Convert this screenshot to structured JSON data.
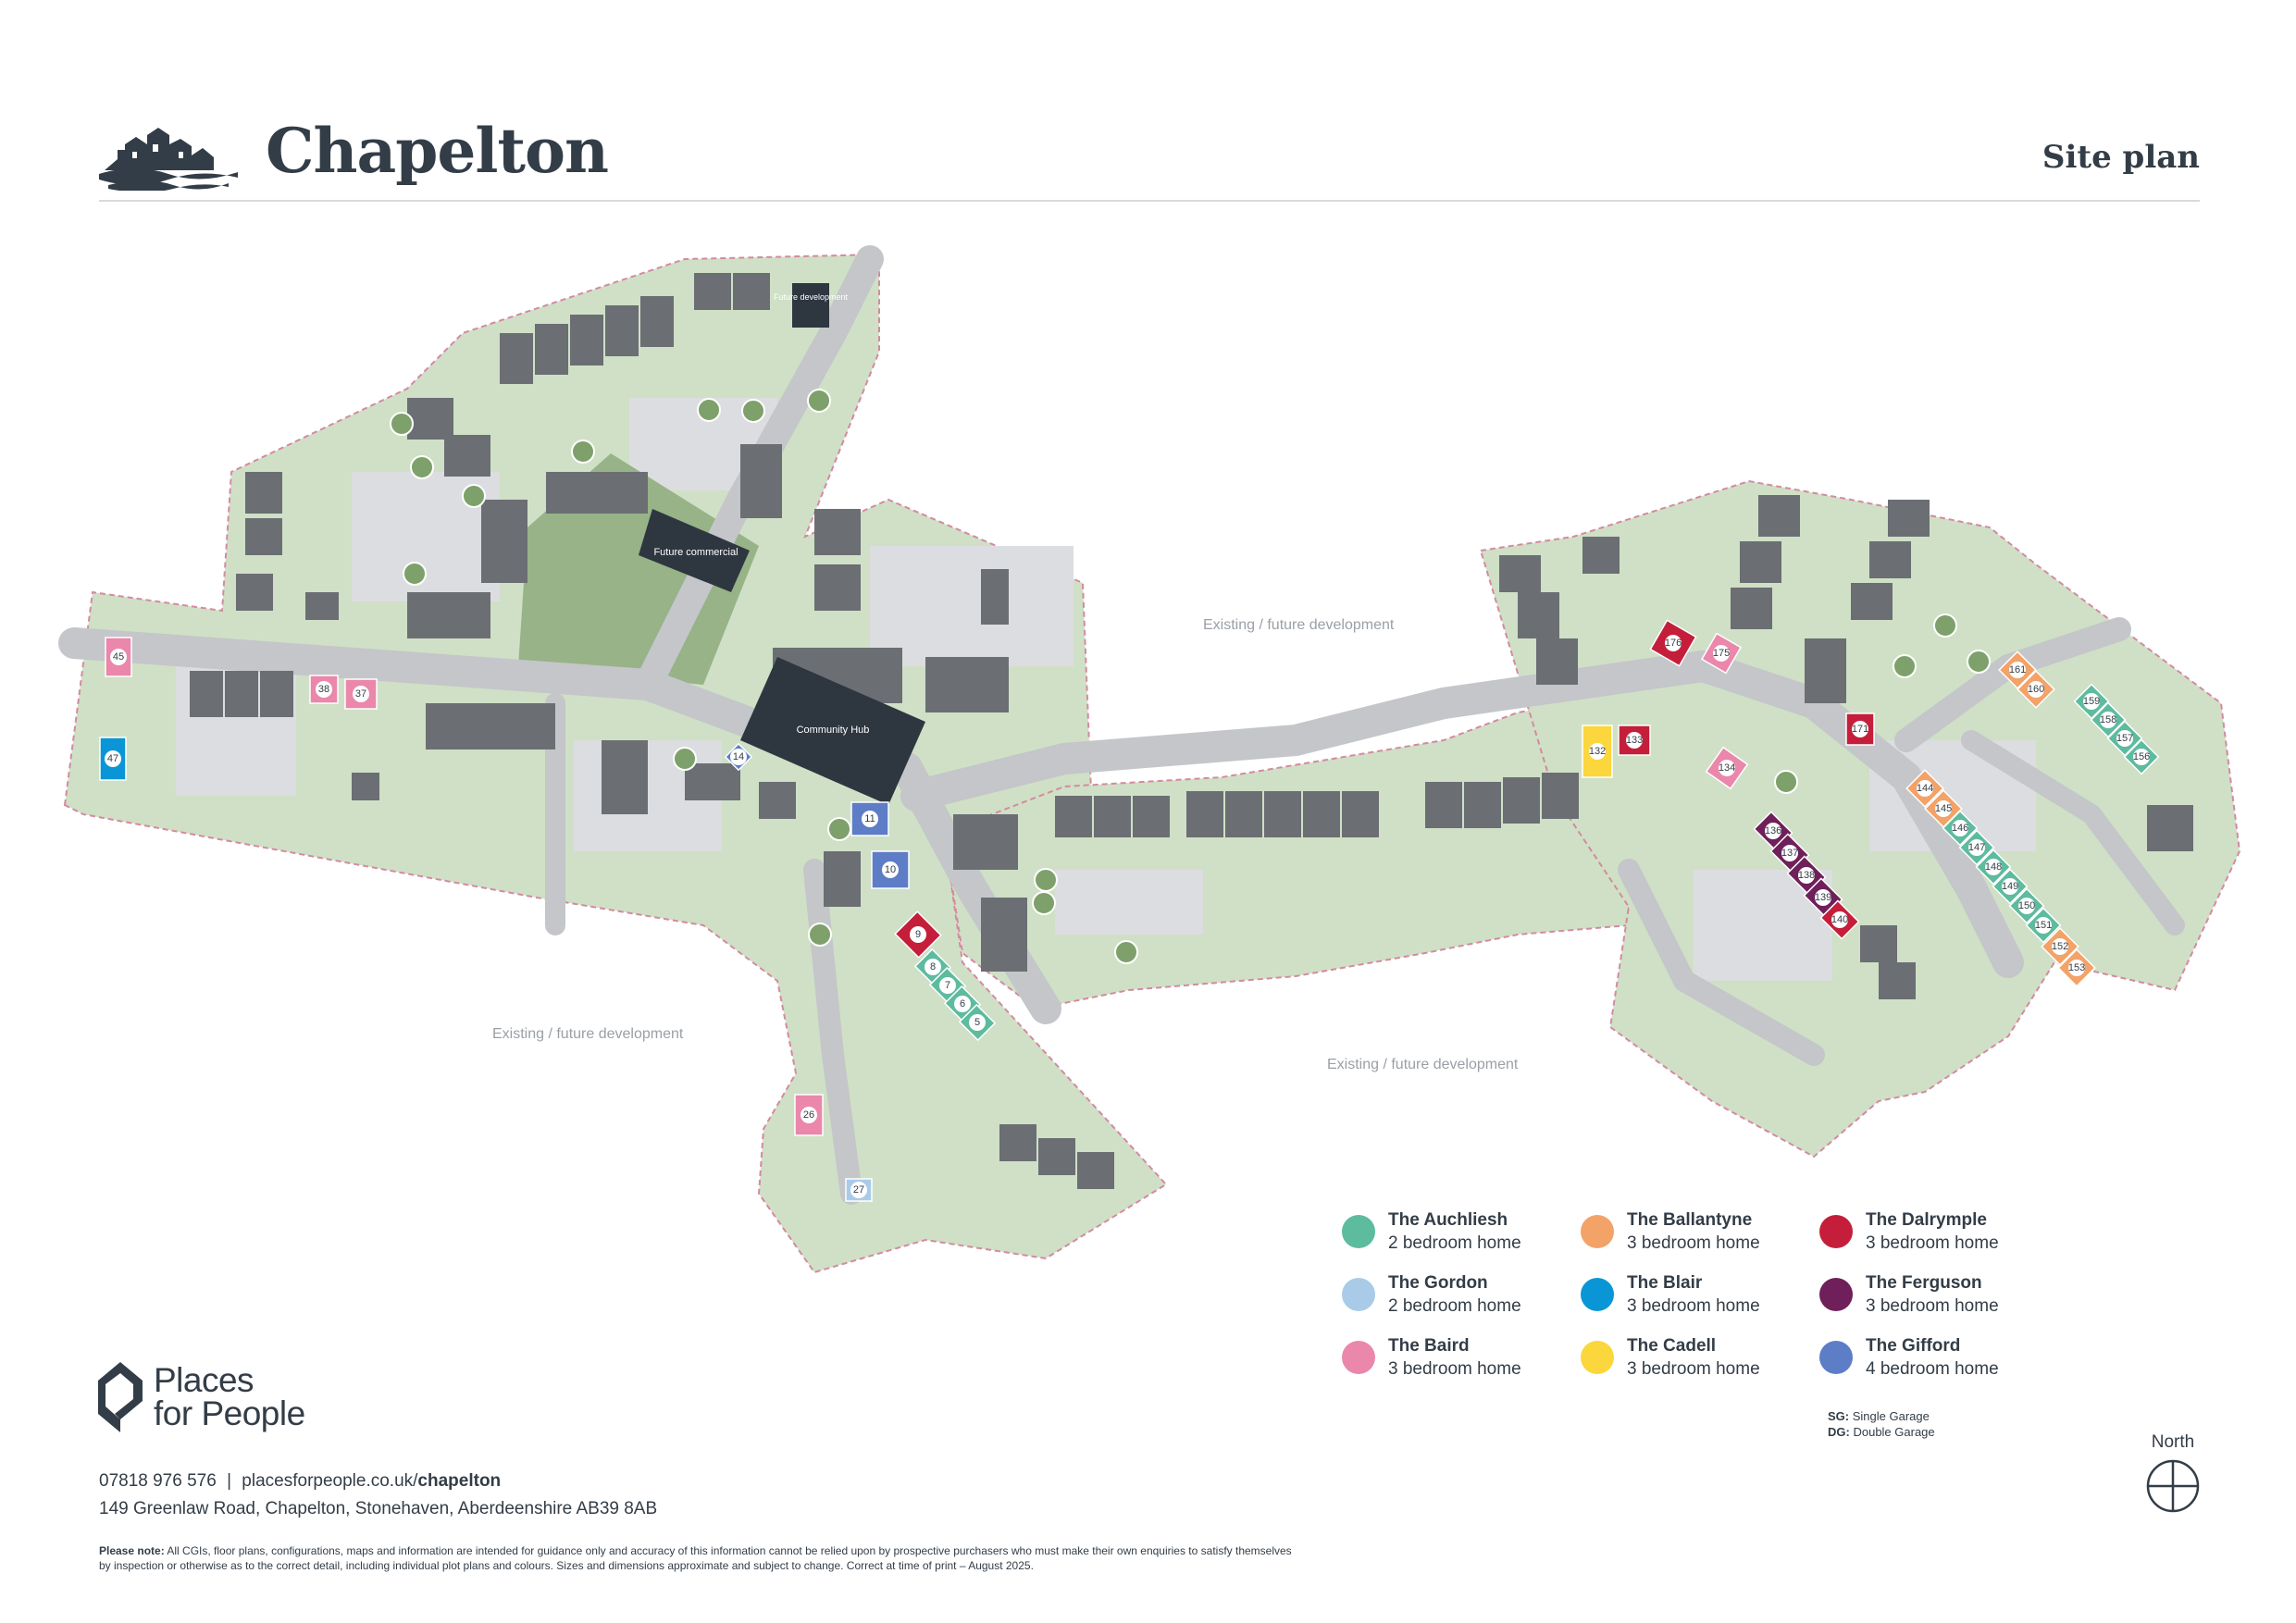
{
  "brand": {
    "name": "Chapelton"
  },
  "page_title": "Site plan",
  "map_labels": {
    "existing_1": "Existing / future development",
    "existing_2": "Existing / future development",
    "existing_3": "Existing / future development",
    "community_hub": "Community Hub",
    "future_commercial": "Future commercial",
    "future_development": "Future development"
  },
  "plots": [
    {
      "num": "45",
      "type": "baird"
    },
    {
      "num": "47",
      "type": "blair"
    },
    {
      "num": "38",
      "type": "baird"
    },
    {
      "num": "37",
      "type": "baird"
    },
    {
      "num": "14",
      "type": "gifford"
    },
    {
      "num": "11",
      "type": "gifford"
    },
    {
      "num": "10",
      "type": "gifford"
    },
    {
      "num": "9",
      "type": "dalrymple"
    },
    {
      "num": "8",
      "type": "auchliesh"
    },
    {
      "num": "7",
      "type": "auchliesh"
    },
    {
      "num": "6",
      "type": "auchliesh"
    },
    {
      "num": "5",
      "type": "auchliesh"
    },
    {
      "num": "26",
      "type": "baird"
    },
    {
      "num": "27",
      "type": "gordon"
    },
    {
      "num": "132",
      "type": "cadell"
    },
    {
      "num": "133",
      "type": "dalrymple"
    },
    {
      "num": "134",
      "type": "baird"
    },
    {
      "num": "176",
      "type": "dalrymple"
    },
    {
      "num": "175",
      "type": "baird"
    },
    {
      "num": "171",
      "type": "dalrymple"
    },
    {
      "num": "136",
      "type": "ferguson"
    },
    {
      "num": "137",
      "type": "ferguson"
    },
    {
      "num": "138",
      "type": "ferguson"
    },
    {
      "num": "139",
      "type": "ferguson"
    },
    {
      "num": "140",
      "type": "dalrymple"
    },
    {
      "num": "161",
      "type": "ballantyne"
    },
    {
      "num": "160",
      "type": "ballantyne"
    },
    {
      "num": "159",
      "type": "auchliesh"
    },
    {
      "num": "158",
      "type": "auchliesh"
    },
    {
      "num": "157",
      "type": "auchliesh"
    },
    {
      "num": "156",
      "type": "auchliesh"
    },
    {
      "num": "144",
      "type": "ballantyne"
    },
    {
      "num": "145",
      "type": "ballantyne"
    },
    {
      "num": "146",
      "type": "auchliesh"
    },
    {
      "num": "147",
      "type": "auchliesh"
    },
    {
      "num": "148",
      "type": "auchliesh"
    },
    {
      "num": "149",
      "type": "auchliesh"
    },
    {
      "num": "150",
      "type": "auchliesh"
    },
    {
      "num": "151",
      "type": "auchliesh"
    },
    {
      "num": "152",
      "type": "ballantyne"
    },
    {
      "num": "153",
      "type": "ballantyne"
    }
  ],
  "legend": [
    {
      "name": "The Auchliesh",
      "desc": "2 bedroom home",
      "color": "#5dbb9e"
    },
    {
      "name": "The Gordon",
      "desc": "2 bedroom home",
      "color": "#a9cbe8"
    },
    {
      "name": "The Baird",
      "desc": "3 bedroom home",
      "color": "#ea87aa"
    },
    {
      "name": "The Ballantyne",
      "desc": "3 bedroom home",
      "color": "#f3a268"
    },
    {
      "name": "The Blair",
      "desc": "3 bedroom home",
      "color": "#0a96d6"
    },
    {
      "name": "The Cadell",
      "desc": "3 bedroom home",
      "color": "#fbd63c"
    },
    {
      "name": "The Dalrymple",
      "desc": "3 bedroom home",
      "color": "#c41e3a"
    },
    {
      "name": "The Ferguson",
      "desc": "3 bedroom home",
      "color": "#6f1f5a"
    },
    {
      "name": "The Gifford",
      "desc": "4 bedroom home",
      "color": "#5d7dc6"
    }
  ],
  "garage_key": {
    "sg_abbr": "SG:",
    "sg_text": "Single Garage",
    "dg_abbr": "DG:",
    "dg_text": "Double Garage"
  },
  "north_label": "North",
  "footer": {
    "pfp_line1": "Places",
    "pfp_line2": "for People",
    "phone": "07818 976 576",
    "separator": "|",
    "site_prefix": "placesforpeople.co.uk/",
    "site_bold": "chapelton",
    "address": "149 Greenlaw Road, Chapelton, Stonehaven, Aberdeenshire AB39 8AB",
    "note_label": "Please note:",
    "note_text": "All CGIs, floor plans, configurations, maps and information are intended for guidance only and accuracy of this information cannot be relied upon by prospective purchasers who must make their own enquiries to satisfy themselves by inspection or otherwise as to the correct detail, including individual plot plans and colours. Sizes and dimensions approximate and subject to change. Correct at time of print – August 2025."
  },
  "colors": {
    "road": "#c4c6c9",
    "land": "#cfe0c6",
    "hard": "#dcdde0",
    "building": "#6b6e73",
    "green": "#97b387",
    "tree": "#7ea06a",
    "dark": "#2e3640"
  }
}
